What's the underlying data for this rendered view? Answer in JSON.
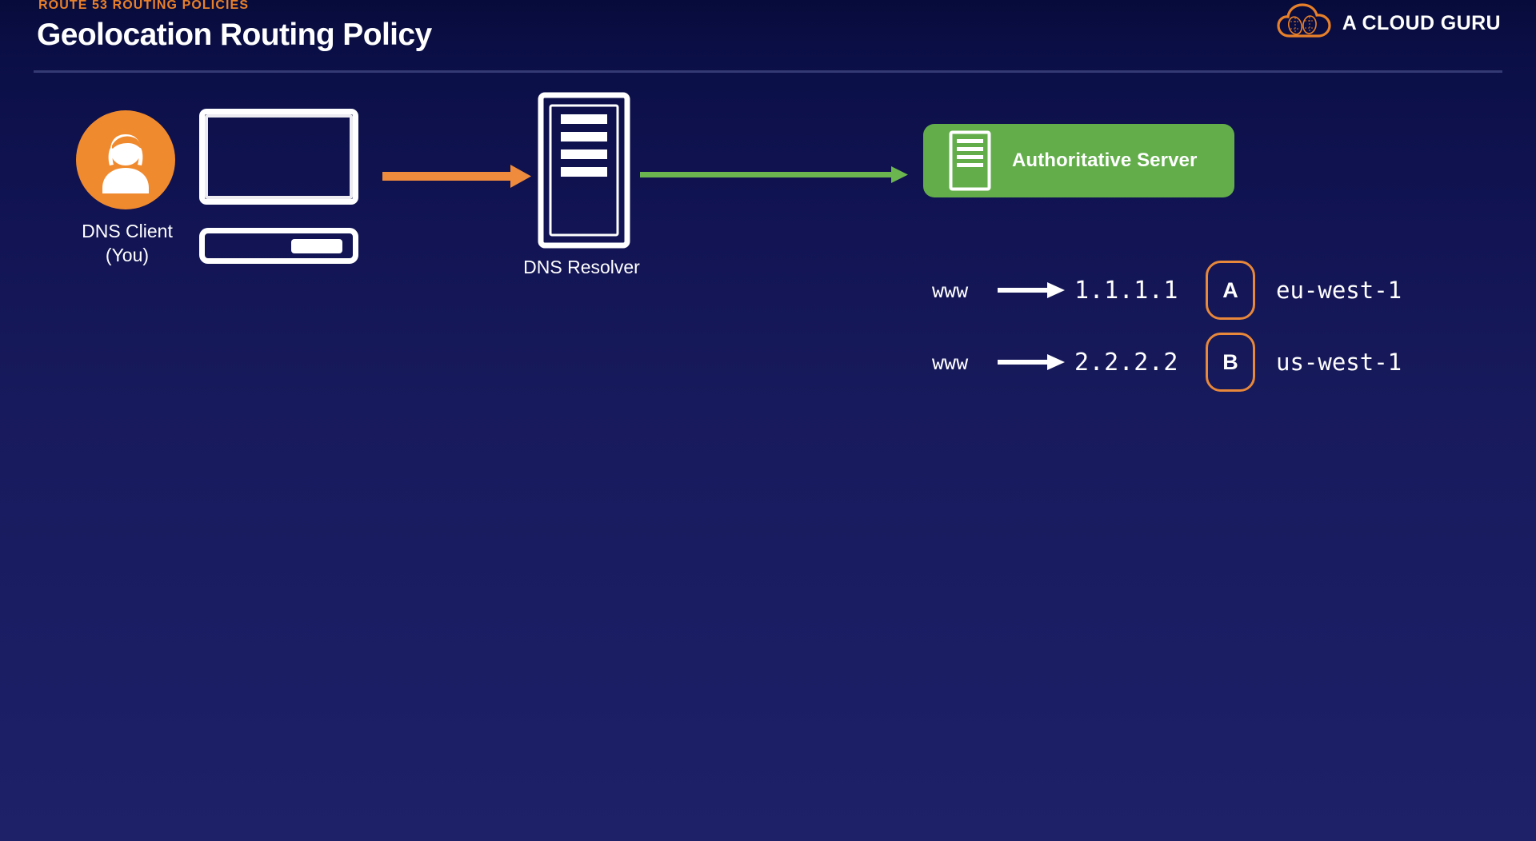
{
  "header": {
    "eyebrow": "ROUTE 53 ROUTING POLICIES",
    "title": "Geolocation Routing Policy",
    "brand_name": "A CLOUD GURU",
    "brand_icon": "cloud-brain-icon"
  },
  "colors": {
    "background_top": "#070b3b",
    "background_bottom": "#1e2068",
    "accent_orange": "#e8802a",
    "avatar_orange": "#f08a2e",
    "badge_orange": "#e8883a",
    "server_green": "#63ad4b",
    "arrow_orange": "#ef8b3c",
    "arrow_green": "#6cb64f",
    "text_white": "#ffffff",
    "divider": "rgba(150,160,220,0.30)"
  },
  "diagram": {
    "client": {
      "icon": "user-avatar-icon",
      "label": "DNS Client\n(You)"
    },
    "computer": {
      "icon": "desktop-computer-icon"
    },
    "resolver": {
      "icon": "server-tower-icon",
      "label": "DNS Resolver"
    },
    "authoritative_server": {
      "icon": "server-rack-icon",
      "label": "Authoritative Server"
    },
    "arrows": [
      {
        "name": "client-to-resolver-arrow",
        "color": "#ef8b3c"
      },
      {
        "name": "resolver-to-authoritative-arrow",
        "color": "#6cb64f"
      }
    ]
  },
  "records": [
    {
      "name": "www",
      "ip": "1.1.1.1",
      "badge": "A",
      "region": "eu-west-1"
    },
    {
      "name": "www",
      "ip": "2.2.2.2",
      "badge": "B",
      "region": "us-west-1"
    }
  ]
}
